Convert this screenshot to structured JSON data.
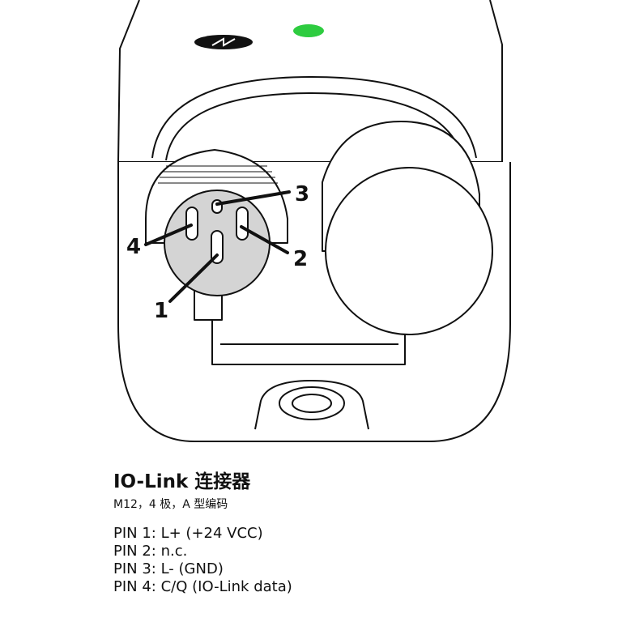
{
  "status_led_color": "#2ecc40",
  "pin_labels": [
    "1",
    "2",
    "3",
    "4"
  ],
  "connector": {
    "title": "IO-Link 连接器",
    "subtitle": "M12，4 极，A 型编码"
  },
  "pins": [
    "PIN 1: L+ (+24 VCC)",
    "PIN 2: n.c.",
    "PIN 3: L- (GND)",
    "PIN 4: C/Q (IO-Link data)"
  ],
  "icons": {
    "badge": "direction-arrow-icon",
    "led": "status-led"
  }
}
